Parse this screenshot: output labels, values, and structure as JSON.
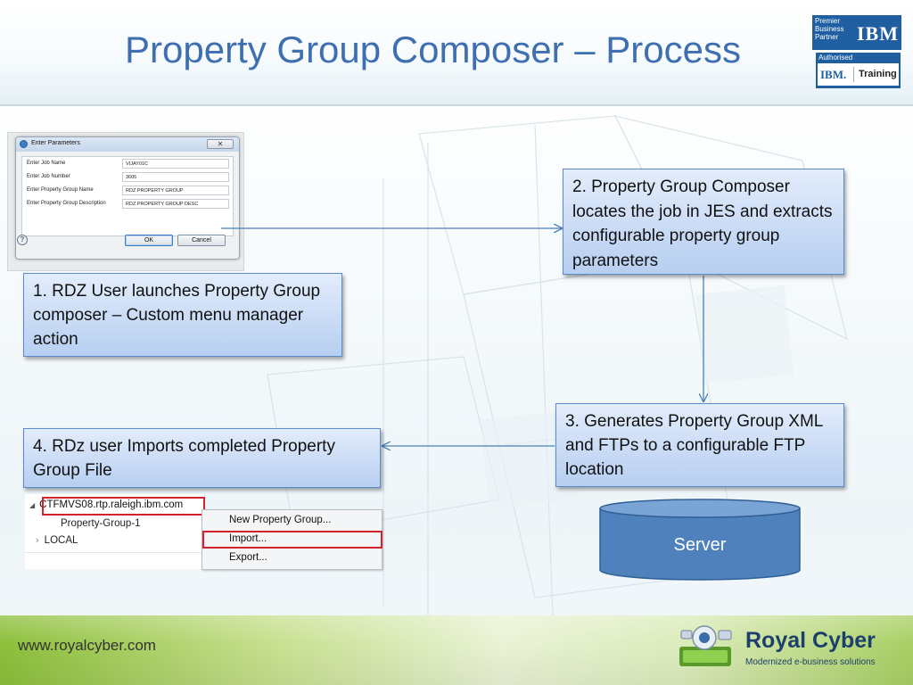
{
  "slide": {
    "title": "Property Group Composer – Process"
  },
  "badges": {
    "partner_lines": [
      "Premier",
      "Business",
      "Partner"
    ],
    "partner_logo": "IBM",
    "authorised": "Authorised",
    "training_logo": "IBM.",
    "training_label": "Training"
  },
  "dialog": {
    "title": "Enter Parameters",
    "close_glyph": "✕",
    "fields": [
      {
        "label": "Enter Job Name",
        "value": "VIJAY01C"
      },
      {
        "label": "Enter Job Number",
        "value": "3605"
      },
      {
        "label": "Enter Property Group Name",
        "value": "RDZ PROPERTY GROUP"
      },
      {
        "label": "Enter Property Group Description",
        "value": "RDZ PROPERTY GROUP DESC"
      }
    ],
    "help_glyph": "?",
    "ok_label": "OK",
    "cancel_label": "Cancel"
  },
  "steps": {
    "step1": "1. RDZ User launches Property Group composer – Custom menu manager action",
    "step2": "2. Property Group Composer locates the job in JES and extracts configurable property group parameters",
    "step3": "3. Generates Property Group XML and FTPs to a configurable FTP location",
    "step4": "4. RDz user Imports completed Property Group File"
  },
  "tree": {
    "root_arrow": "◢",
    "root": "CTFMVS08.rtp.raleigh.ibm.com",
    "child": "Property-Group-1",
    "local_arrow": "›",
    "local": "LOCAL"
  },
  "context_menu": {
    "items": [
      "New Property Group...",
      "Import...",
      "Export..."
    ]
  },
  "server": {
    "label": "Server"
  },
  "footer": {
    "url": "www.royalcyber.com",
    "company": "Royal Cyber",
    "tagline": "Modernized e-business solutions"
  },
  "colors": {
    "title": "#3e6fb1",
    "box_border": "#5b8bc9",
    "connector": "#4a7fb5",
    "server_fill": "#4f81bd",
    "highlight": "#d2232a",
    "footer_green": "#8cbf3a"
  },
  "icons": [
    "refresh-icon",
    "close-icon",
    "help-icon",
    "tree-expand-icon",
    "tree-collapse-icon",
    "royal-cyber-logo"
  ]
}
